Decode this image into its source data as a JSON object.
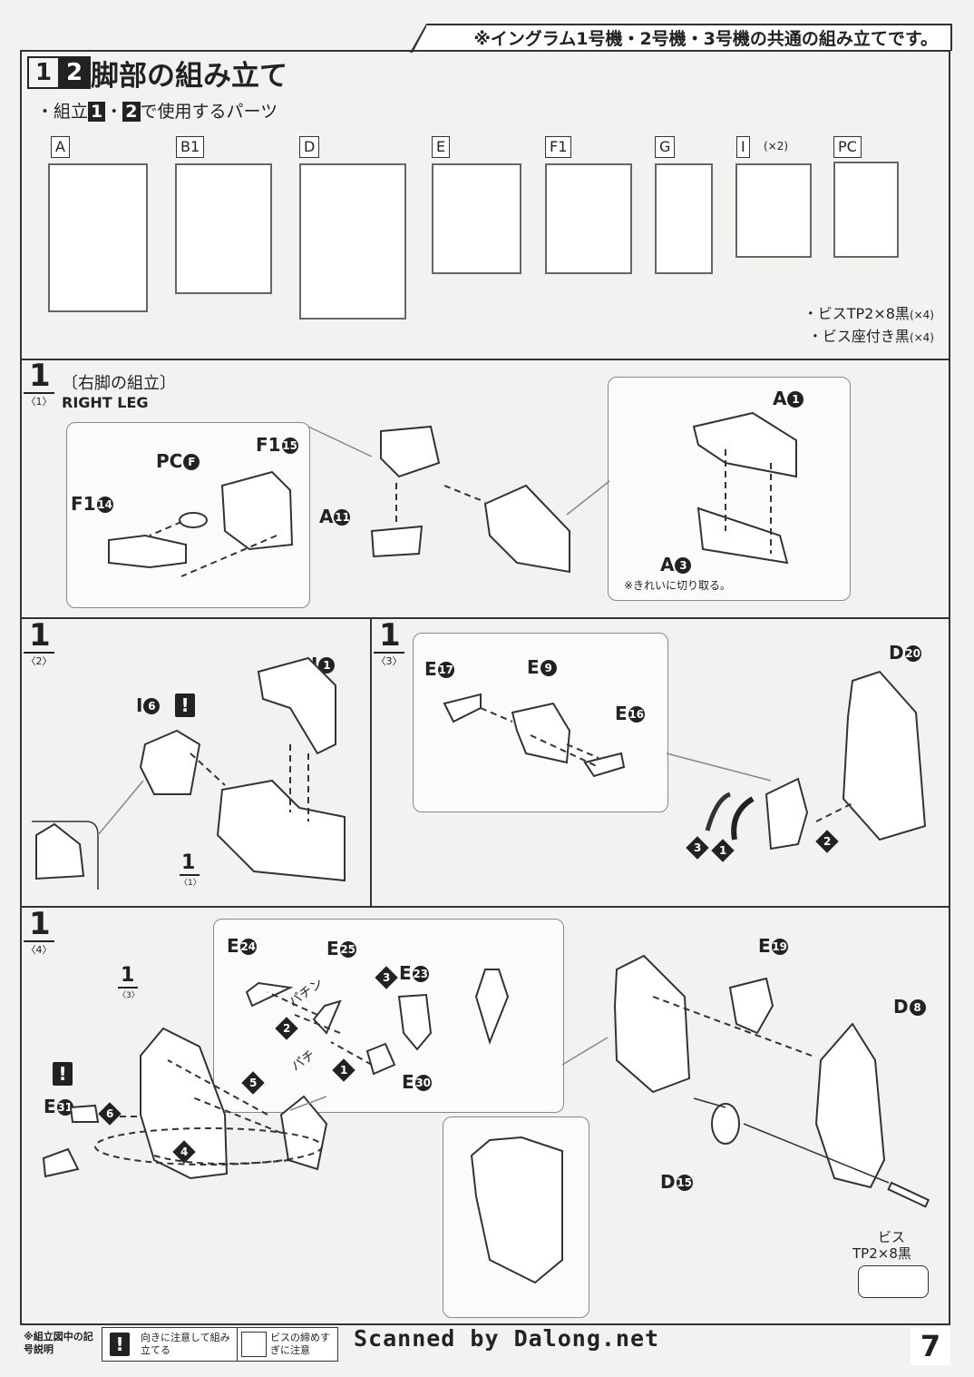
{
  "top_note": "※イングラム1号機・2号機・3号機の共通の組み立てです。",
  "header": {
    "num1": "1",
    "num2": "2",
    "title": "脚部の組み立て"
  },
  "sub_prefix": "・組立",
  "sub_b1": "1",
  "sub_sep": "・",
  "sub_b2": "2",
  "sub_suffix": "で使用するパーツ",
  "parts": [
    {
      "label": "A"
    },
    {
      "label": "B1"
    },
    {
      "label": "D"
    },
    {
      "label": "E"
    },
    {
      "label": "F1"
    },
    {
      "label": "G"
    },
    {
      "label": "I"
    },
    {
      "label": "PC"
    }
  ],
  "parts_i_count": "(×2)",
  "screws": [
    {
      "name": "・ビスTP2×8黒",
      "count": "(×4)"
    },
    {
      "name": "・ビス座付き黒",
      "count": "(×4)"
    }
  ],
  "step1": {
    "num": "1",
    "sub": "〈1〉",
    "title": "〔右脚の組立〕",
    "en": "RIGHT LEG",
    "labels": {
      "f1_15": "F1",
      "f1_15n": "15",
      "pc": "PC",
      "pcn": "F",
      "f1_14": "F1",
      "f1_14n": "14",
      "a11": "A",
      "a11n": "11",
      "a1": "A",
      "a1n": "1",
      "a3": "A",
      "a3n": "3"
    },
    "note": "※きれいに切り取る。"
  },
  "step2": {
    "num": "1",
    "sub": "〈2〉",
    "ref": "1",
    "ref_sub": "〈1〉",
    "i1": "I",
    "i1n": "1",
    "i6": "I",
    "i6n": "6",
    "warn": "!"
  },
  "step3": {
    "num": "1",
    "sub": "〈3〉",
    "e17": "E",
    "e17n": "17",
    "e9": "E",
    "e9n": "9",
    "e16": "E",
    "e16n": "16",
    "d20": "D",
    "d20n": "20",
    "s1": "1",
    "s2": "2",
    "s3": "3"
  },
  "step4": {
    "num": "1",
    "sub": "〈4〉",
    "ref": "1",
    "ref_sub": "〈3〉",
    "e24": "E",
    "e24n": "24",
    "e25": "E",
    "e25n": "25",
    "e23": "E",
    "e23n": "23",
    "e30": "E",
    "e30n": "30",
    "e31": "E",
    "e31n": "31",
    "e19": "E",
    "e19n": "19",
    "d8": "D",
    "d8n": "8",
    "d15": "D",
    "d15n": "15",
    "pachi1": "パチン",
    "pachi2": "パチ",
    "screw_label1": "ビス",
    "screw_label2": "TP2×8黒",
    "s1": "1",
    "s2": "2",
    "s3": "3",
    "s4": "4",
    "s5": "5",
    "s6": "6",
    "warn": "!"
  },
  "footer": {
    "legend_title": "※組立図中の記号説明",
    "warn_text": "向きに注意して組み立てる",
    "screw_text": "ビスの締めすぎに注意",
    "scan": "Scanned by Dalong.net",
    "page": "7"
  }
}
